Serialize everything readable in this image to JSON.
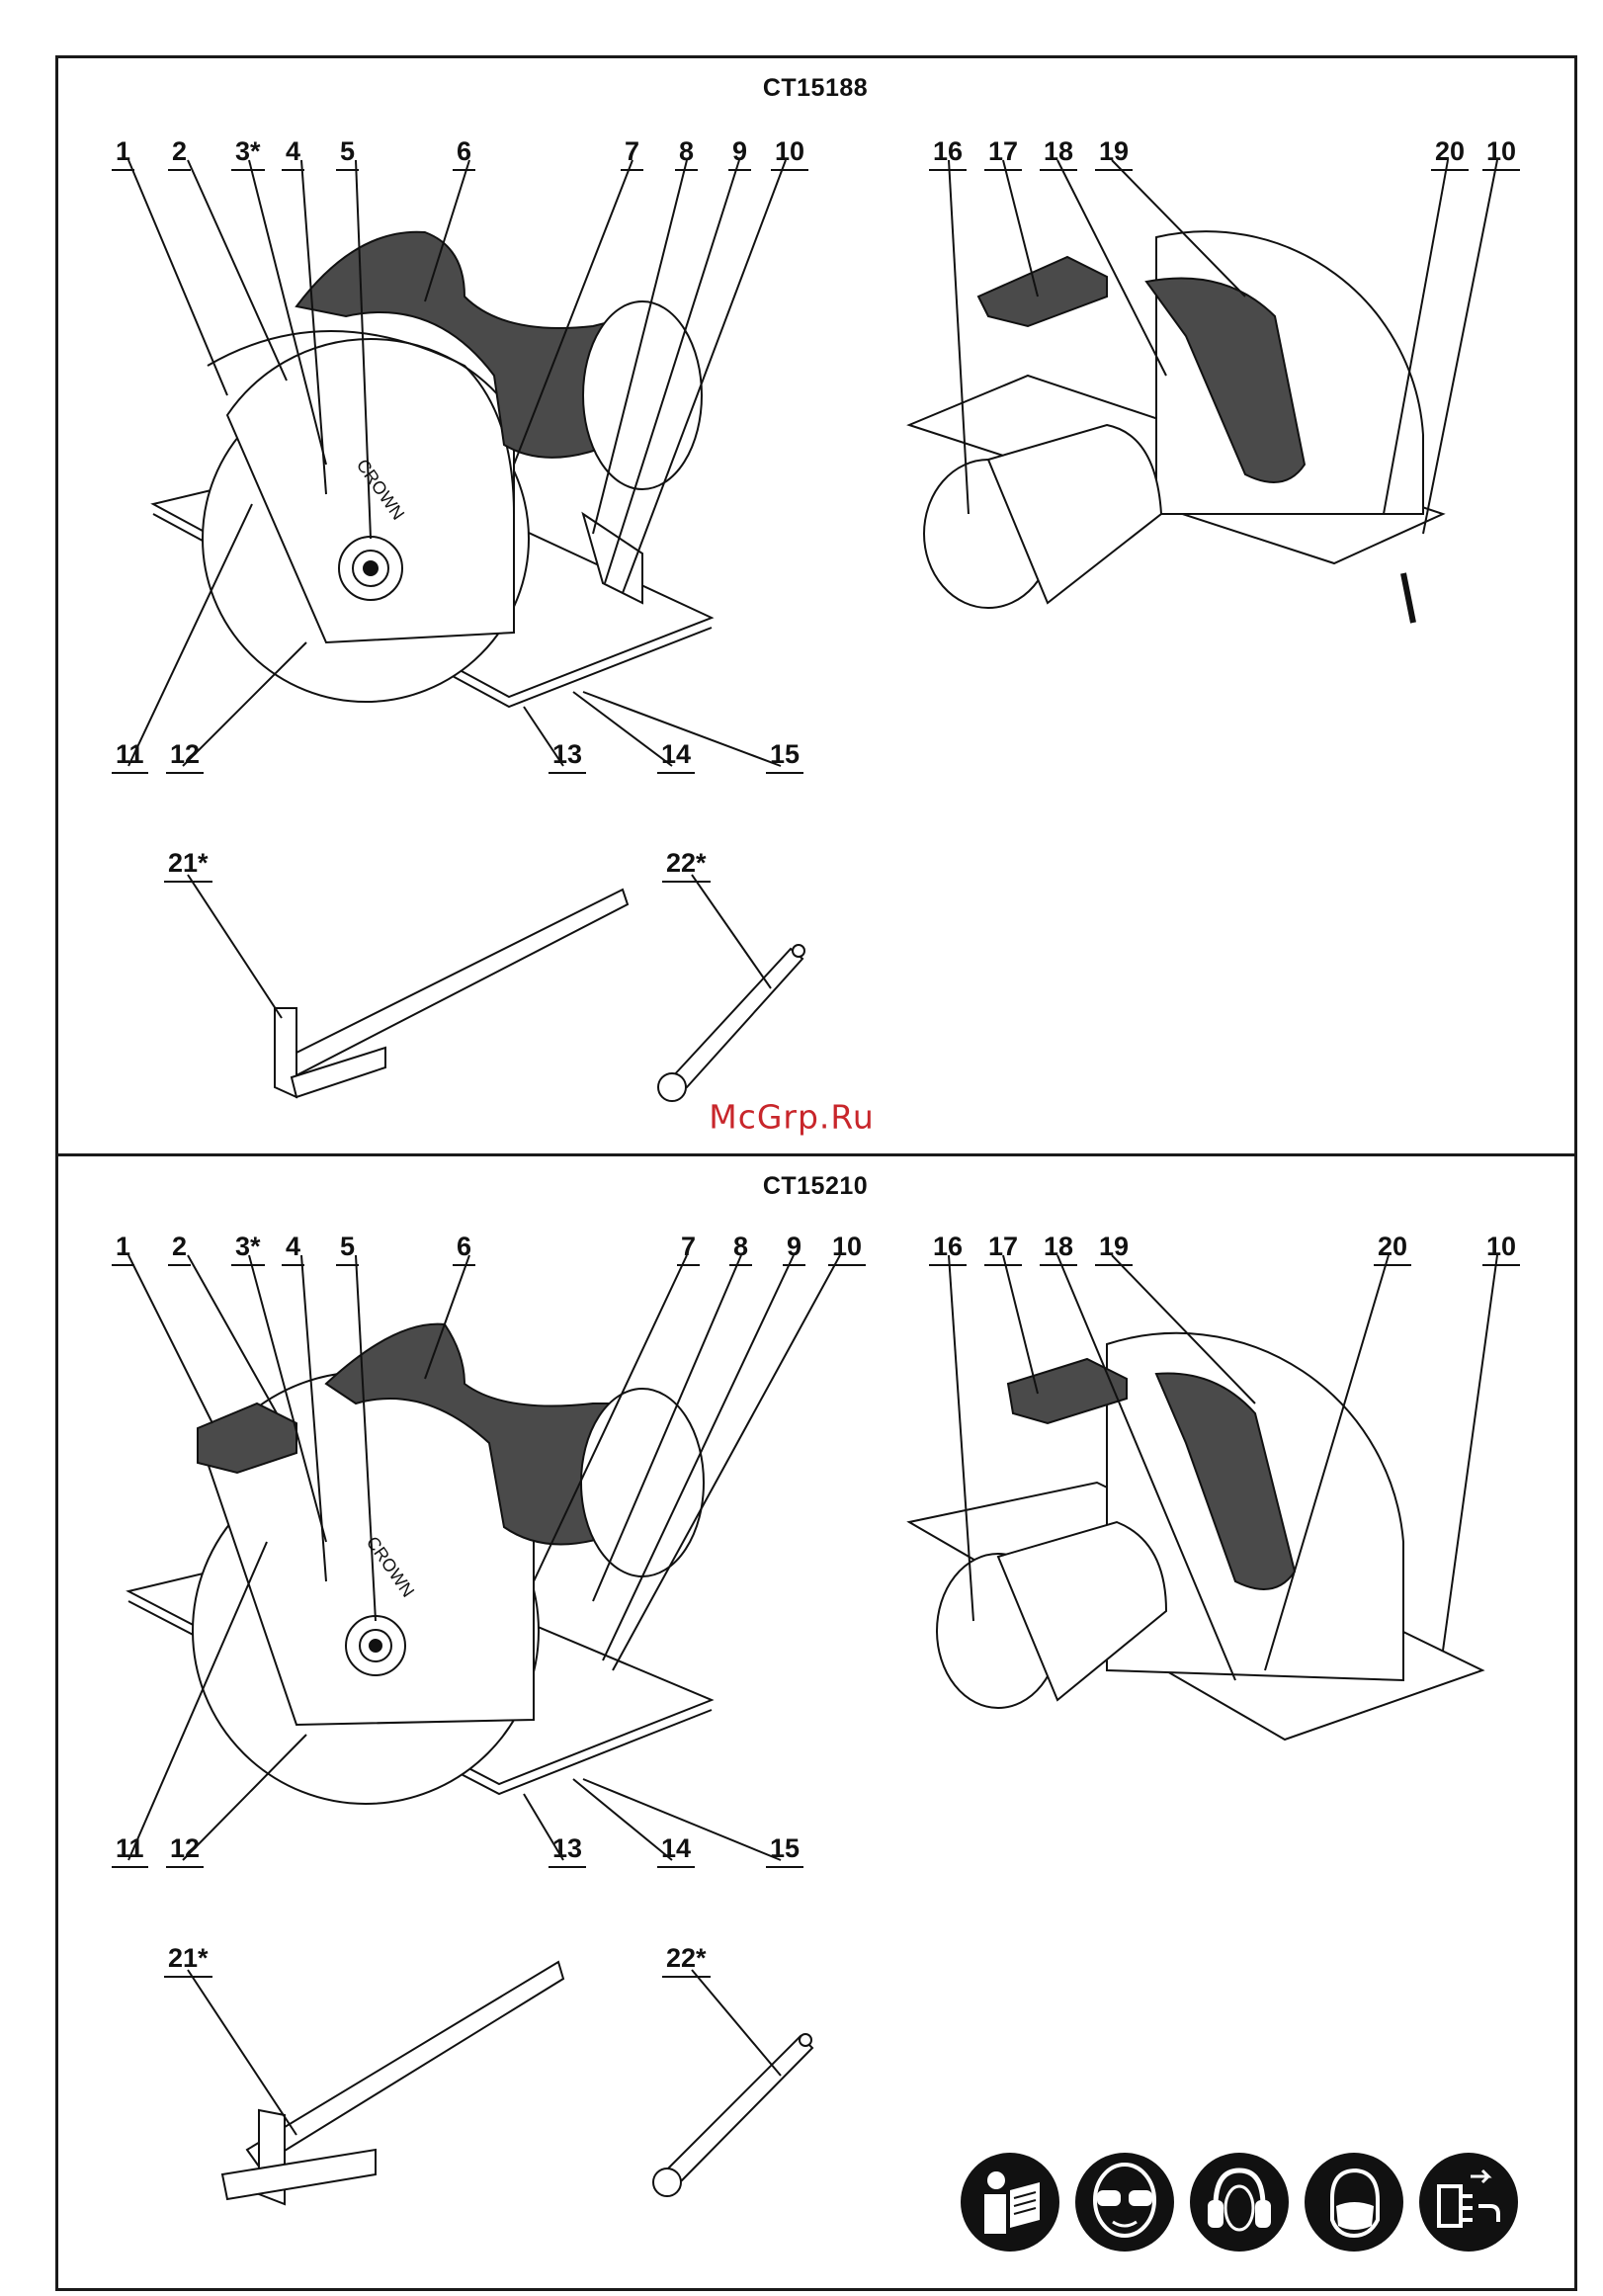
{
  "watermark": "McGrp.Ru",
  "sections": [
    {
      "model": "CT15188",
      "callouts_top": [
        "1",
        "2",
        "3*",
        "4",
        "5",
        "6",
        "7",
        "8",
        "9",
        "10",
        "16",
        "17",
        "18",
        "19",
        "20",
        "10"
      ],
      "callouts_bottom": [
        "11",
        "12",
        "13",
        "14",
        "15"
      ],
      "accessories": [
        "21*",
        "22*"
      ]
    },
    {
      "model": "CT15210",
      "callouts_top": [
        "1",
        "2",
        "3*",
        "4",
        "5",
        "6",
        "7",
        "8",
        "9",
        "10",
        "16",
        "17",
        "18",
        "19",
        "20",
        "10"
      ],
      "callouts_bottom": [
        "11",
        "12",
        "13",
        "14",
        "15"
      ],
      "accessories": [
        "21*",
        "22*"
      ]
    }
  ],
  "brand_on_tool": "CROWN",
  "safety_icons": [
    "read-manual-icon",
    "safety-goggles-icon",
    "ear-protection-icon",
    "dust-mask-icon",
    "unplug-before-service-icon"
  ],
  "colors": {
    "ink": "#111111",
    "handle": "#4a4a4a",
    "watermark": "#c8262b"
  }
}
